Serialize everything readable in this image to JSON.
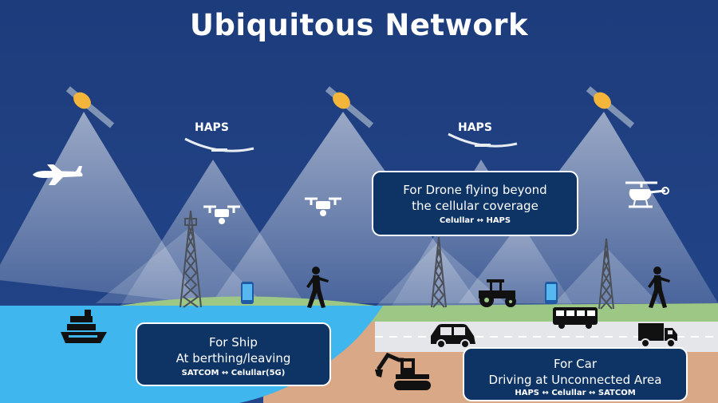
{
  "title": "Ubiquitous Network",
  "haps_labels": [
    "HAPS",
    "HAPS"
  ],
  "callouts": {
    "drone": {
      "heading_line1": "For Drone flying beyond",
      "heading_line2": "the cellular coverage",
      "sub": "Celullar ↔ HAPS"
    },
    "ship": {
      "heading_line1": "For Ship",
      "heading_line2": "At berthing/leaving",
      "sub": "SATCOM ↔ Celullar(5G)"
    },
    "car": {
      "heading_line1": "For Car",
      "heading_line2": "Driving at Unconnected Area",
      "sub": "HAPS ↔ Celullar ↔ SATCOM"
    }
  },
  "colors": {
    "sky": "#1c3d7e",
    "sea": "#3fb6ee",
    "grass": "#9cc784",
    "road": "#e4e6e9",
    "dirt": "#d9a887",
    "callout_bg": "#0e3466",
    "satellite": "#f3b63a"
  },
  "icons": [
    "satellite-icon",
    "airplane-icon",
    "haps-aircraft-icon",
    "drone-icon",
    "cell-tower-icon",
    "helicopter-icon",
    "smartphone-icon",
    "pedestrian-icon",
    "ship-icon",
    "car-icon",
    "bus-icon",
    "truck-icon",
    "tractor-icon",
    "excavator-icon"
  ]
}
